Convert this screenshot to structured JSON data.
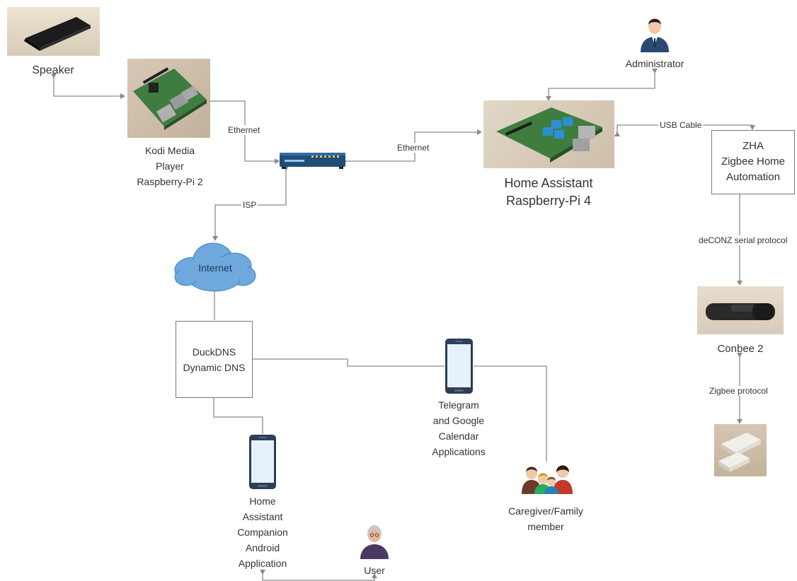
{
  "nodes": {
    "speaker": "Speaker",
    "kodi": [
      "Kodi Media",
      "Player",
      "Raspberry-Pi 2"
    ],
    "home_assistant": [
      "Home Assistant",
      "Raspberry-Pi 4"
    ],
    "administrator": "Administrator",
    "zha": [
      "ZHA",
      "Zigbee Home",
      "Automation"
    ],
    "conbee": "Conbee 2",
    "internet": "Internet",
    "duckdns": [
      "DuckDNS",
      "Dynamic DNS"
    ],
    "telegram": [
      "Telegram",
      "and Google",
      "Calendar",
      "Applications"
    ],
    "companion": [
      "Home",
      "Assistant",
      "Companion",
      "Android",
      "Application"
    ],
    "user": "User",
    "caregiver": [
      "Caregiver/Family",
      "member"
    ]
  },
  "edges": {
    "kodi_router": "Ethernet",
    "router_ha": "Ethernet",
    "router_internet": "ISP",
    "ha_zha": "USB Cable",
    "zha_conbee": "deCONZ serial protocol",
    "conbee_sensor": "Zigbee protocol"
  },
  "colors": {
    "line": "#8a8a8a",
    "cloud": "#6fa8dc",
    "router": "#1f4e79",
    "phone": "#2d3e55",
    "person": "#2b4a73"
  }
}
